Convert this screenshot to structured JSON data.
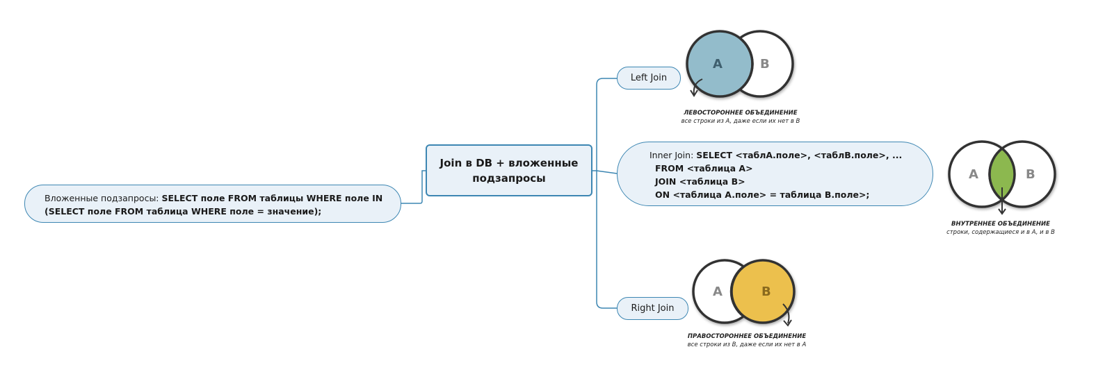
{
  "center": {
    "title": "Join в DB + вложенные подзапросы"
  },
  "subqueries": {
    "label": "Вложенные подзапросы: ",
    "code_line1": "SELECT поле FROM таблицы WHERE поле IN",
    "code_line2": "(SELECT поле FROM таблица WHERE поле = значение);"
  },
  "left_join": {
    "label": "Left Join",
    "venn_a": "A",
    "venn_b": "B",
    "caption_title": "ЛЕВОСТОРОННЕЕ ОБЪЕДИНЕНИЕ",
    "caption_desc": "все строки из A, даже если их нет в B"
  },
  "inner_join": {
    "label": "Inner Join: ",
    "line1_code": "SELECT <таблА.поле>, <таблB.поле>, ...",
    "line2": "FROM <таблица A>",
    "line3": "JOIN <таблица B>",
    "line4": "ON <таблица A.поле> = таблица B.поле>;",
    "venn_a": "A",
    "venn_b": "B",
    "caption_title": "ВНУТРЕННЕЕ ОБЪЕДИНЕНИЕ",
    "caption_desc": "строки, содержащиеся и в A, и в B"
  },
  "right_join": {
    "label": "Right Join",
    "venn_a": "A",
    "venn_b": "B",
    "caption_title": "ПРАВОСТОРОННЕЕ ОБЪЕДИНЕНИЕ",
    "caption_desc": "все строки из B, даже если их нет в A"
  },
  "colors": {
    "connector": "#3c86b2",
    "node_fill": "#e9f1f8",
    "left_fill": "#93bccb",
    "inner_fill": "#8cb84f",
    "right_fill": "#ecc04e",
    "circle_stroke": "#333333"
  }
}
